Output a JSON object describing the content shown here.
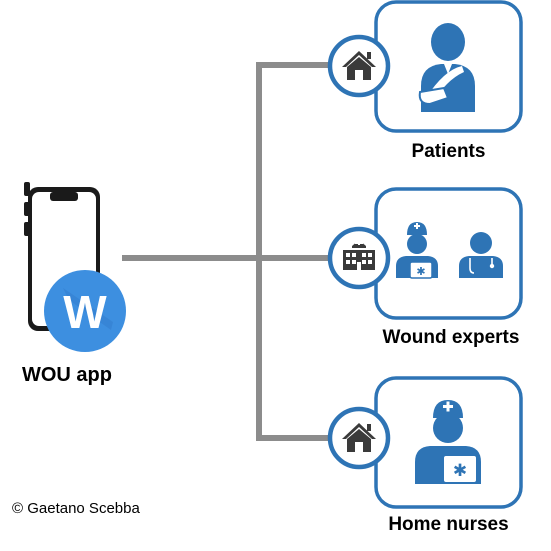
{
  "app": {
    "label": "WOU app",
    "logo_letter": "W"
  },
  "groups": [
    {
      "label": "Patients",
      "hub_icon": "house-icon",
      "person_icon": "patient-with-arm-sling-icon"
    },
    {
      "label": "Wound experts",
      "hub_icon": "hospital-icon",
      "person_icon": "nurse-and-doctor-icons"
    },
    {
      "label": "Home nurses",
      "hub_icon": "house-icon",
      "person_icon": "nurse-icon"
    }
  ],
  "copyright": "© Gaetano Scebba",
  "colors": {
    "brand_blue": "#2e74b5",
    "logo_blue": "#3d8fe0",
    "connector_gray": "#8c8c8c",
    "phone_black": "#1a1a1a"
  }
}
